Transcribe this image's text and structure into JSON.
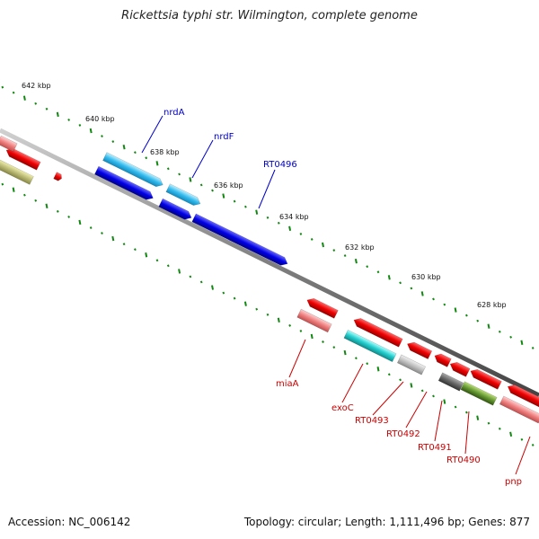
{
  "title": "Rickettsia typhi str. Wilmington, complete genome",
  "footer": {
    "accession": "Accession: NC_006142",
    "summary": "Topology: circular; Length: 1,111,496 bp; Genes: 877"
  },
  "scale_labels": [
    "642 kbp",
    "640 kbp",
    "638 kbp",
    "636 kbp",
    "634 kbp",
    "632 kbp",
    "630 kbp",
    "628 kbp"
  ],
  "gene_labels": {
    "forward": [
      "nrdA",
      "nrdF",
      "RT0496"
    ],
    "reverse": [
      "miaA",
      "exoC",
      "RT0493",
      "RT0492",
      "RT0491",
      "RT0490",
      "pnp"
    ]
  },
  "colors": {
    "forward_label": "#0000cc",
    "reverse_label": "#cc0000",
    "tick": "#118811",
    "backbone": "#888888"
  }
}
